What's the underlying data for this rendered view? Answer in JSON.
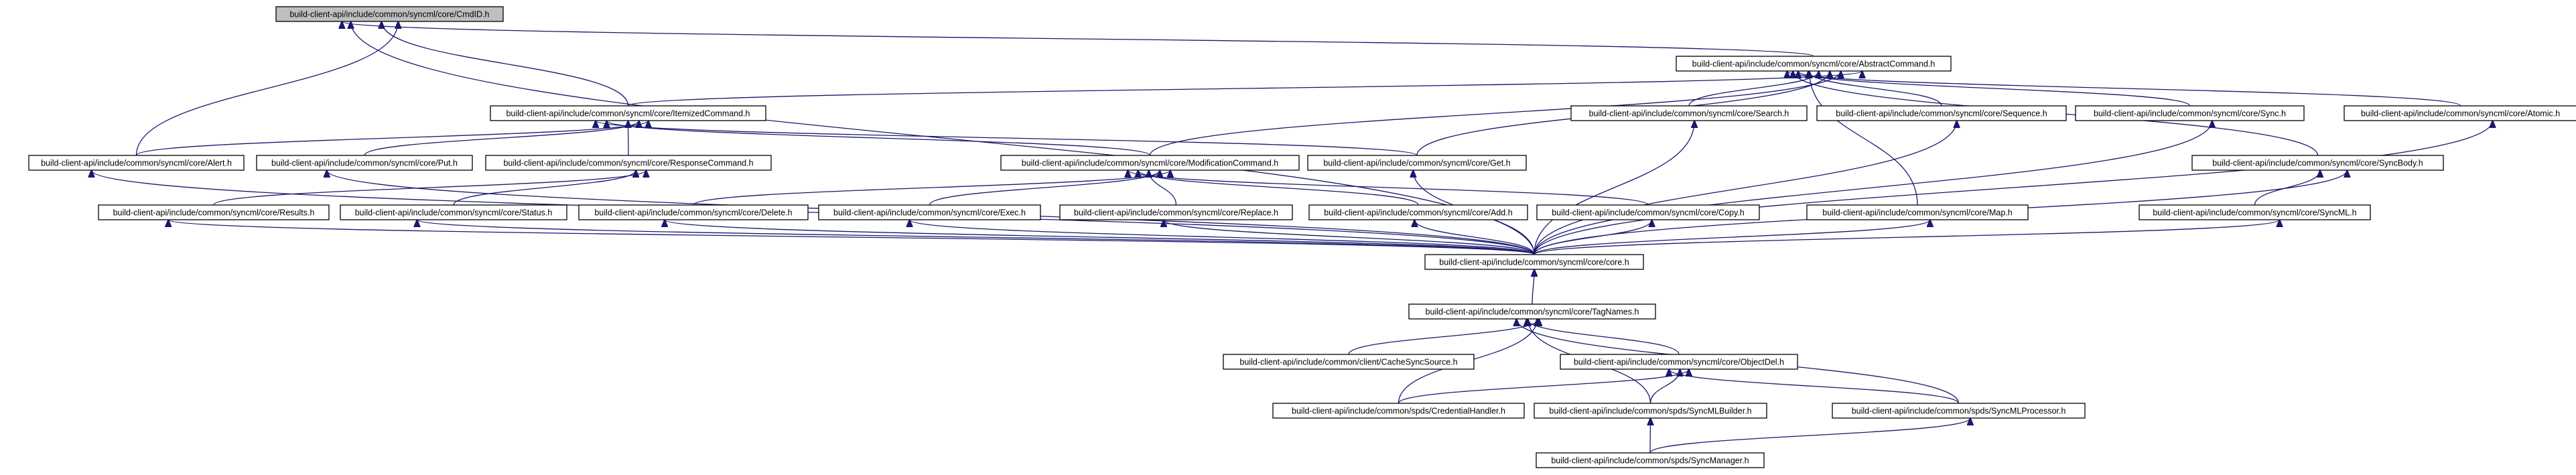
{
  "nodes": [
    {
      "id": "cmdid",
      "label": "build-client-api/include/common/syncml/core/CmdID.h",
      "root": true
    },
    {
      "id": "abstractcommand",
      "label": "build-client-api/include/common/syncml/core/AbstractCommand.h"
    },
    {
      "id": "itemizedcommand",
      "label": "build-client-api/include/common/syncml/core/ItemizedCommand.h"
    },
    {
      "id": "search",
      "label": "build-client-api/include/common/syncml/core/Search.h"
    },
    {
      "id": "sequence",
      "label": "build-client-api/include/common/syncml/core/Sequence.h"
    },
    {
      "id": "sync",
      "label": "build-client-api/include/common/syncml/core/Sync.h"
    },
    {
      "id": "atomic",
      "label": "build-client-api/include/common/syncml/core/Atomic.h"
    },
    {
      "id": "alert",
      "label": "build-client-api/include/common/syncml/core/Alert.h"
    },
    {
      "id": "put",
      "label": "build-client-api/include/common/syncml/core/Put.h"
    },
    {
      "id": "responsecommand",
      "label": "build-client-api/include/common/syncml/core/ResponseCommand.h"
    },
    {
      "id": "modificationcommand",
      "label": "build-client-api/include/common/syncml/core/ModificationCommand.h"
    },
    {
      "id": "get",
      "label": "build-client-api/include/common/syncml/core/Get.h"
    },
    {
      "id": "syncbody",
      "label": "build-client-api/include/common/syncml/core/SyncBody.h"
    },
    {
      "id": "results",
      "label": "build-client-api/include/common/syncml/core/Results.h"
    },
    {
      "id": "status",
      "label": "build-client-api/include/common/syncml/core/Status.h"
    },
    {
      "id": "delete",
      "label": "build-client-api/include/common/syncml/core/Delete.h"
    },
    {
      "id": "exec",
      "label": "build-client-api/include/common/syncml/core/Exec.h"
    },
    {
      "id": "replace",
      "label": "build-client-api/include/common/syncml/core/Replace.h"
    },
    {
      "id": "add",
      "label": "build-client-api/include/common/syncml/core/Add.h"
    },
    {
      "id": "copy",
      "label": "build-client-api/include/common/syncml/core/Copy.h"
    },
    {
      "id": "map",
      "label": "build-client-api/include/common/syncml/core/Map.h"
    },
    {
      "id": "syncml",
      "label": "build-client-api/include/common/syncml/core/SyncML.h"
    },
    {
      "id": "core",
      "label": "build-client-api/include/common/syncml/core/core.h"
    },
    {
      "id": "tagnames",
      "label": "build-client-api/include/common/syncml/core/TagNames.h"
    },
    {
      "id": "cachesyncsource",
      "label": "build-client-api/include/common/client/CacheSyncSource.h"
    },
    {
      "id": "objectdel",
      "label": "build-client-api/include/common/syncml/core/ObjectDel.h"
    },
    {
      "id": "credentialhandler",
      "label": "build-client-api/include/common/spds/CredentialHandler.h"
    },
    {
      "id": "syncmlbuilder",
      "label": "build-client-api/include/common/spds/SyncMLBuilder.h"
    },
    {
      "id": "syncmlprocessor",
      "label": "build-client-api/include/common/spds/SyncMLProcessor.h"
    },
    {
      "id": "syncmanager",
      "label": "build-client-api/include/common/spds/SyncManager.h"
    }
  ],
  "edges": [
    [
      "abstractcommand",
      "cmdid"
    ],
    [
      "itemizedcommand",
      "cmdid"
    ],
    [
      "alert",
      "cmdid"
    ],
    [
      "core",
      "cmdid"
    ],
    [
      "itemizedcommand",
      "abstractcommand"
    ],
    [
      "search",
      "abstractcommand"
    ],
    [
      "sequence",
      "abstractcommand"
    ],
    [
      "sync",
      "abstractcommand"
    ],
    [
      "atomic",
      "abstractcommand"
    ],
    [
      "syncbody",
      "abstractcommand"
    ],
    [
      "map",
      "abstractcommand"
    ],
    [
      "modificationcommand",
      "abstractcommand"
    ],
    [
      "get",
      "abstractcommand"
    ],
    [
      "alert",
      "itemizedcommand"
    ],
    [
      "put",
      "itemizedcommand"
    ],
    [
      "responsecommand",
      "itemizedcommand"
    ],
    [
      "modificationcommand",
      "itemizedcommand"
    ],
    [
      "get",
      "itemizedcommand"
    ],
    [
      "results",
      "responsecommand"
    ],
    [
      "status",
      "responsecommand"
    ],
    [
      "delete",
      "modificationcommand"
    ],
    [
      "exec",
      "modificationcommand"
    ],
    [
      "replace",
      "modificationcommand"
    ],
    [
      "add",
      "modificationcommand"
    ],
    [
      "copy",
      "modificationcommand"
    ],
    [
      "syncml",
      "syncbody"
    ],
    [
      "core",
      "alert"
    ],
    [
      "core",
      "put"
    ],
    [
      "core",
      "results"
    ],
    [
      "core",
      "status"
    ],
    [
      "core",
      "delete"
    ],
    [
      "core",
      "exec"
    ],
    [
      "core",
      "replace"
    ],
    [
      "core",
      "add"
    ],
    [
      "core",
      "copy"
    ],
    [
      "core",
      "get"
    ],
    [
      "core",
      "map"
    ],
    [
      "core",
      "search"
    ],
    [
      "core",
      "sequence"
    ],
    [
      "core",
      "sync"
    ],
    [
      "core",
      "atomic"
    ],
    [
      "core",
      "syncml"
    ],
    [
      "core",
      "syncbody"
    ],
    [
      "tagnames",
      "core"
    ],
    [
      "cachesyncsource",
      "tagnames"
    ],
    [
      "objectdel",
      "tagnames"
    ],
    [
      "credentialhandler",
      "tagnames"
    ],
    [
      "syncmlbuilder",
      "tagnames"
    ],
    [
      "syncmlprocessor",
      "tagnames"
    ],
    [
      "credentialhandler",
      "objectdel"
    ],
    [
      "syncmlbuilder",
      "objectdel"
    ],
    [
      "syncmlprocessor",
      "objectdel"
    ],
    [
      "syncmanager",
      "syncmlbuilder"
    ],
    [
      "syncmanager",
      "syncmlprocessor"
    ]
  ],
  "colors": {
    "edge": "#191970",
    "root_fill": "#bfbfbf",
    "node_fill": "#ffffff",
    "node_border": "#000000"
  }
}
